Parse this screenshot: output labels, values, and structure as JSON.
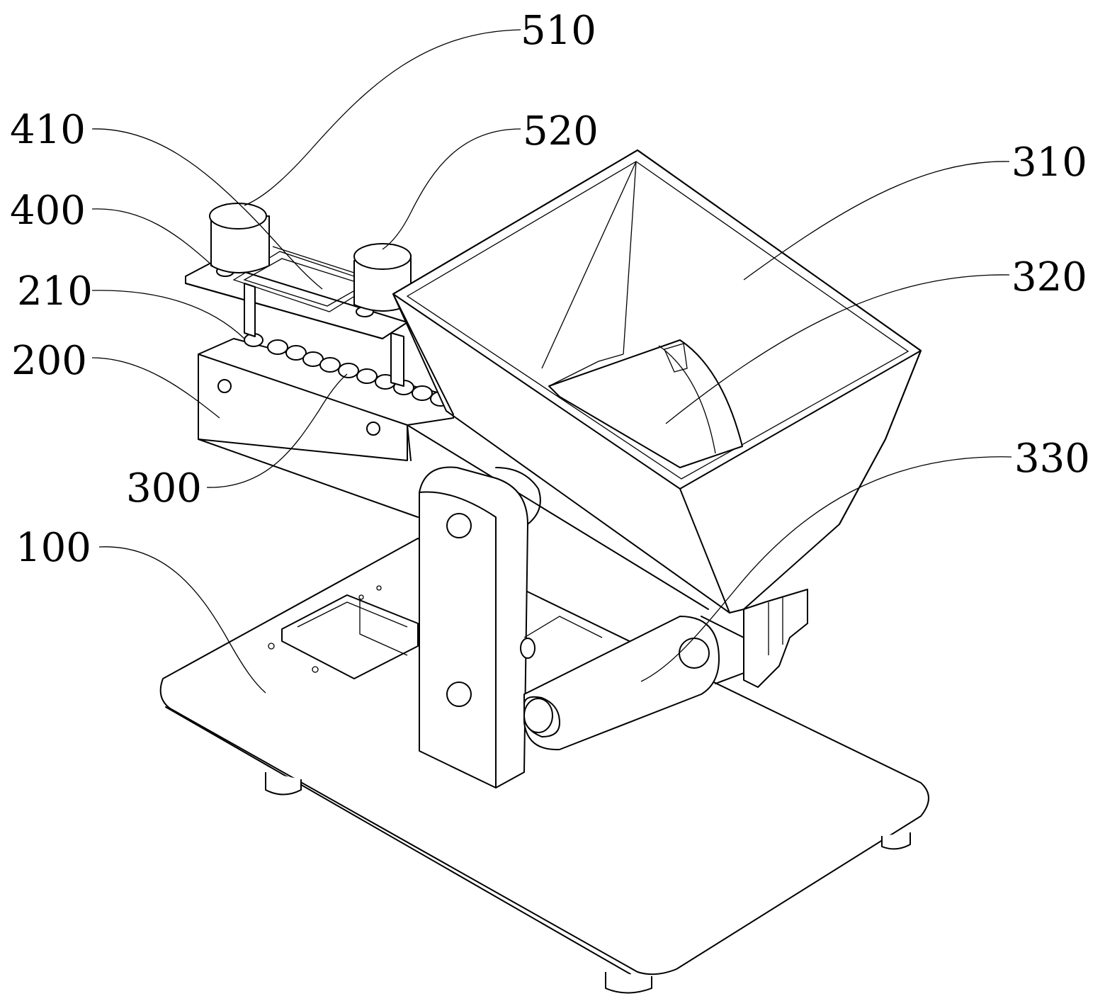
{
  "labels": {
    "l510": "510",
    "l410": "410",
    "l520": "520",
    "l310": "310",
    "l400": "400",
    "l320": "320",
    "l210": "210",
    "l200": "200",
    "l330": "330",
    "l300": "300",
    "l100": "100"
  },
  "colors": {
    "line": "#000000",
    "background": "#ffffff"
  }
}
